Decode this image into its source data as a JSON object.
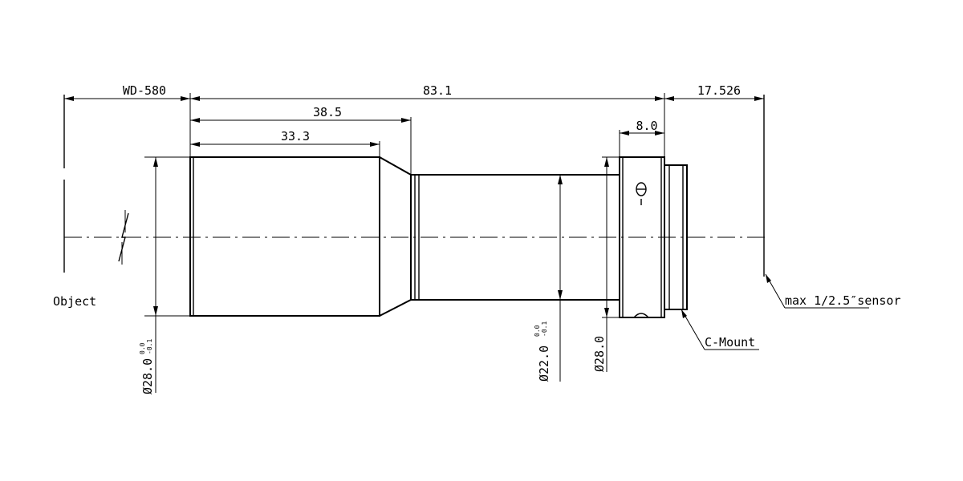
{
  "dimensions": {
    "working_distance": "WD-580",
    "total_length": "83.1",
    "front_section": "38.5",
    "front_barrel": "33.3",
    "mount_width": "8.0",
    "back_focus": "17.526",
    "front_diameter": "Ø28.0",
    "front_diameter_tol_upper": "0.0",
    "front_diameter_tol_lower": "-0.1",
    "rear_diameter": "Ø22.0",
    "rear_diameter_tol_upper": "0.0",
    "rear_diameter_tol_lower": "-0.1",
    "mount_diameter": "Ø28.0"
  },
  "labels": {
    "object": "Object",
    "sensor": "max 1/2.5″sensor",
    "mount": "C-Mount"
  }
}
